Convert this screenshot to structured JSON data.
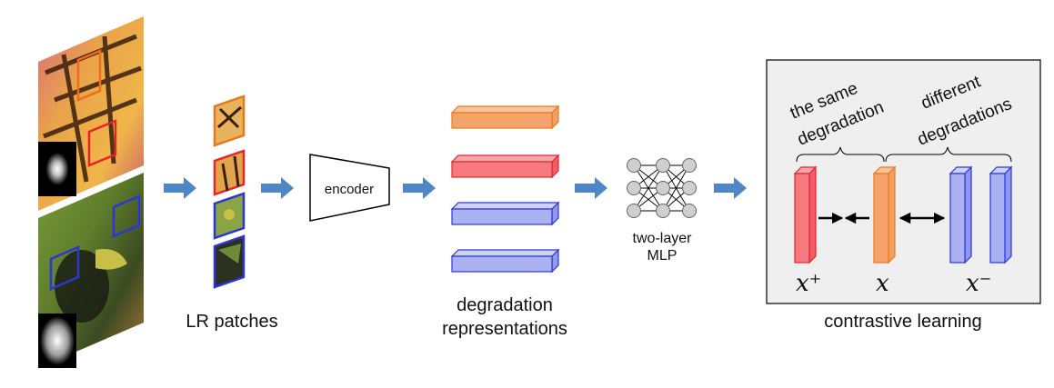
{
  "labels": {
    "lr_patches": "LR patches",
    "encoder": "encoder",
    "degradation_line1": "degradation",
    "degradation_line2": "representations",
    "mlp_line1": "two-layer",
    "mlp_line2": "MLP",
    "contrastive": "contrastive learning",
    "same_line1": "the same",
    "same_line2": "degradation",
    "diff_line1": "different",
    "diff_line2": "degradations",
    "x_plus": "x⁺",
    "x": "x",
    "x_minus": "x⁻"
  },
  "colors": {
    "arrow_blue": "#4f86c6",
    "orange": "#f4a46a",
    "orange_edge": "#e8781f",
    "red": "#f47a80",
    "red_edge": "#e8232b",
    "blue": "#aab2f2",
    "blue_edge": "#2d35d6",
    "panel_bg": "#efefef",
    "mlp_node": "#cfcfcf"
  },
  "icons": {
    "input_images": "butterfly-and-bird-image",
    "blur_kernel": "gaussian-blur-kernel"
  }
}
